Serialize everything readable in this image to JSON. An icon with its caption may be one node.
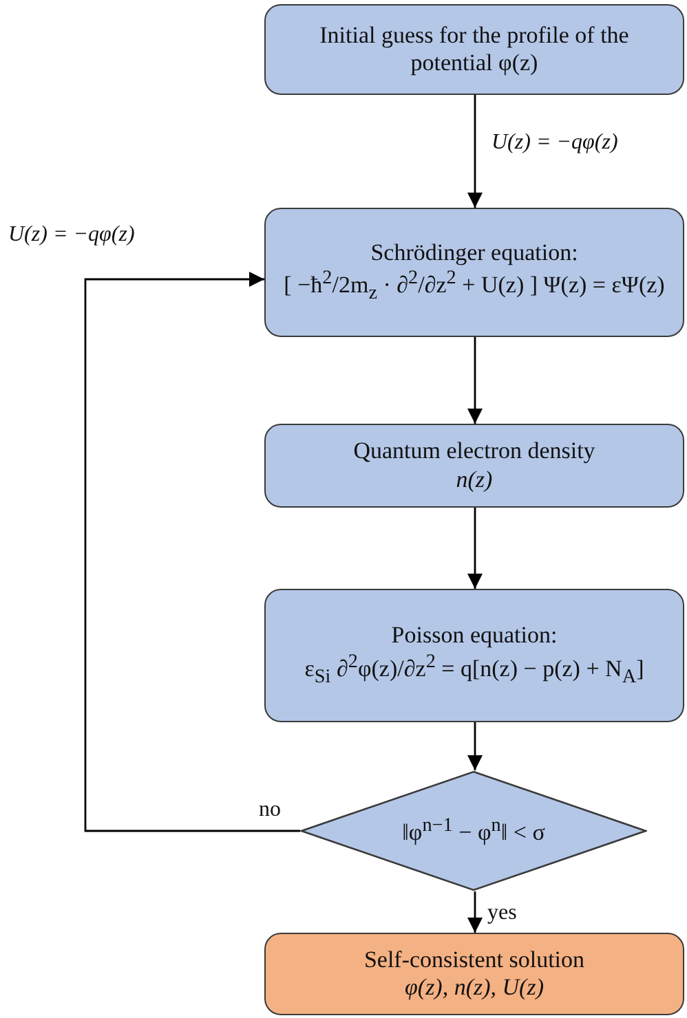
{
  "diagram": {
    "nodes": [
      {
        "text": [
          "Initial guess for the profile of the potential φ(z)"
        ]
      },
      {
        "text": [
          "Schrödinger equation:",
          "[ −ħ$^{2}$/2m$_{z}$ · ∂$^{2}$/∂z$^{2}$ + U(z) ] Ψ(z) = εΨ(z)"
        ]
      },
      {
        "text": [
          "Quantum electron density",
          "n(z)"
        ]
      },
      {
        "text": [
          "Poisson equation:",
          "ε$_{Si}$ ∂$^{2}$φ(z)/∂z$^{2}$ = q[n(z) − p(z) + N$_{A}$]"
        ]
      },
      {
        "text": [
          "‖φ$^{n−1}$ − φ$^{n}$‖ < σ"
        ]
      },
      {
        "text": [
          "Self-consistent solution",
          "φ(z), n(z), U(z)"
        ]
      }
    ],
    "edges": [
      {
        "from": 0,
        "to": 1,
        "arrow": "to",
        "label": "U(z) = −qφ(z)"
      },
      {
        "from": 1,
        "to": 2,
        "arrow": "to"
      },
      {
        "from": 2,
        "to": 3,
        "arrow": "to"
      },
      {
        "from": 3,
        "to": 4,
        "arrow": "to"
      },
      {
        "from": 4,
        "to": 5,
        "arrow": "to",
        "label": "yes"
      },
      {
        "from": 4,
        "to": 1,
        "arrow": "to",
        "label": "no"
      }
    ],
    "labels": [
      "U(z) = −qφ(z)"
    ]
  }
}
